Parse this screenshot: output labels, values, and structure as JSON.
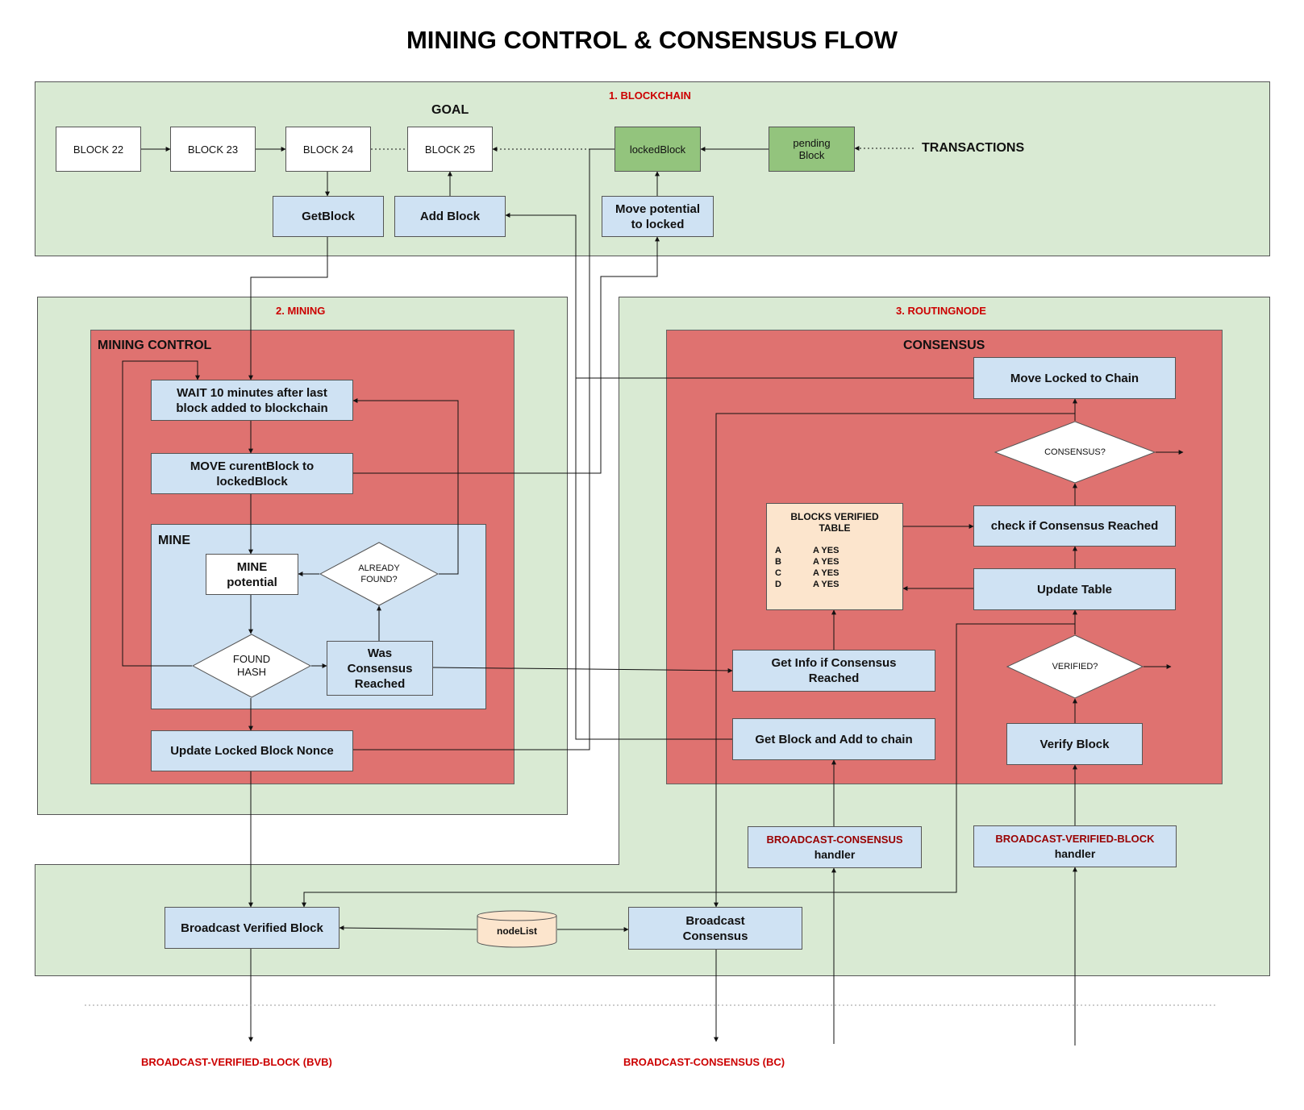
{
  "title": "MINING CONTROL & CONSENSUS FLOW",
  "sections": {
    "blockchain": "1. BLOCKCHAIN",
    "mining": "2. MINING",
    "routingnode": "3. ROUTINGNODE"
  },
  "blockchain": {
    "goal": "GOAL",
    "blocks": [
      "BLOCK 22",
      "BLOCK 23",
      "BLOCK 24",
      "BLOCK 25"
    ],
    "locked_block": "lockedBlock",
    "pending_block": "pending Block",
    "transactions": "TRANSACTIONS",
    "get_block": "GetBlock",
    "add_block": "Add Block",
    "move_potential": "Move potential to locked"
  },
  "mining": {
    "control_header": "MINING CONTROL",
    "wait": "WAIT 10 minutes after last block added to blockchain",
    "move_current": "MOVE curentBlock to lockedBlock",
    "mine_header": "MINE",
    "mine_potential": "MINE potential",
    "already_found": "ALREADY FOUND?",
    "found_hash": "FOUND HASH",
    "was_consensus": "Was Consensus Reached",
    "update_nonce": "Update Locked Block Nonce"
  },
  "consensus": {
    "header": "CONSENSUS",
    "move_locked": "Move Locked to Chain",
    "consensus_q": "CONSENSUS?",
    "check_consensus": "check if Consensus Reached",
    "update_table": "Update Table",
    "verified_q": "VERIFIED?",
    "verify_block": "Verify Block",
    "get_info": "Get Info if Consensus Reached",
    "get_block_add": "Get Block and Add to chain",
    "table": {
      "title": "BLOCKS VERIFIED TABLE",
      "rows": [
        {
          "key": "A",
          "value": "A YES"
        },
        {
          "key": "B",
          "value": "A YES"
        },
        {
          "key": "C",
          "value": "A YES"
        },
        {
          "key": "D",
          "value": "A YES"
        }
      ]
    }
  },
  "handlers": {
    "bc_name": "BROADCAST-CONSENSUS",
    "bc_suffix": "handler",
    "bvb_name": "BROADCAST-VERIFIED-BLOCK",
    "bvb_suffix": "handler"
  },
  "broadcast": {
    "verified_block": "Broadcast Verified Block",
    "consensus": "Broadcast Consensus",
    "node_list": "nodeList"
  },
  "footer": {
    "bvb": "BROADCAST-VERIFIED-BLOCK (BVB)",
    "bc": "BROADCAST-CONSENSUS (BC)"
  },
  "colors": {
    "region_green": "#d9ead3",
    "control_red": "#e06666",
    "node_blue": "#cfe2f3",
    "block_green": "#93c47d",
    "table_peach": "#fce5cd",
    "section_red": "#cc0000"
  }
}
